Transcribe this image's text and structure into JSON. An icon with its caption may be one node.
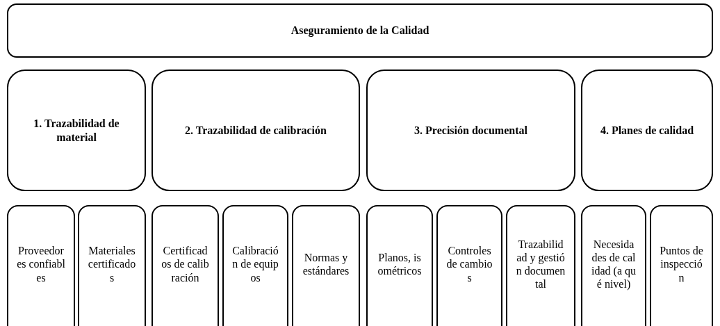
{
  "diagram": {
    "nodes": [
      {
        "text": [
          "Aseguramiento de la Calidad"
        ]
      },
      {
        "text": [
          "1. Trazabilidad de material"
        ]
      },
      {
        "text": [
          "2. Trazabilidad de calibración"
        ]
      },
      {
        "text": [
          "3. Precisión documental"
        ]
      },
      {
        "text": [
          "4. Planes de calidad"
        ]
      },
      {
        "text": [
          "Proveedores confiables"
        ]
      },
      {
        "text": [
          "Materiales certificados"
        ]
      },
      {
        "text": [
          "Certificados de calibración"
        ]
      },
      {
        "text": [
          "Calibración de equipos"
        ]
      },
      {
        "text": [
          "Normas y estándares"
        ]
      },
      {
        "text": [
          "Planos, isométricos"
        ]
      },
      {
        "text": [
          "Controles de cambios"
        ]
      },
      {
        "text": [
          "Trazabilidad y gestión documental"
        ]
      },
      {
        "text": [
          "Necesidades de calidad (a qué nivel)"
        ]
      },
      {
        "text": [
          "Puntos de inspección"
        ]
      }
    ]
  }
}
